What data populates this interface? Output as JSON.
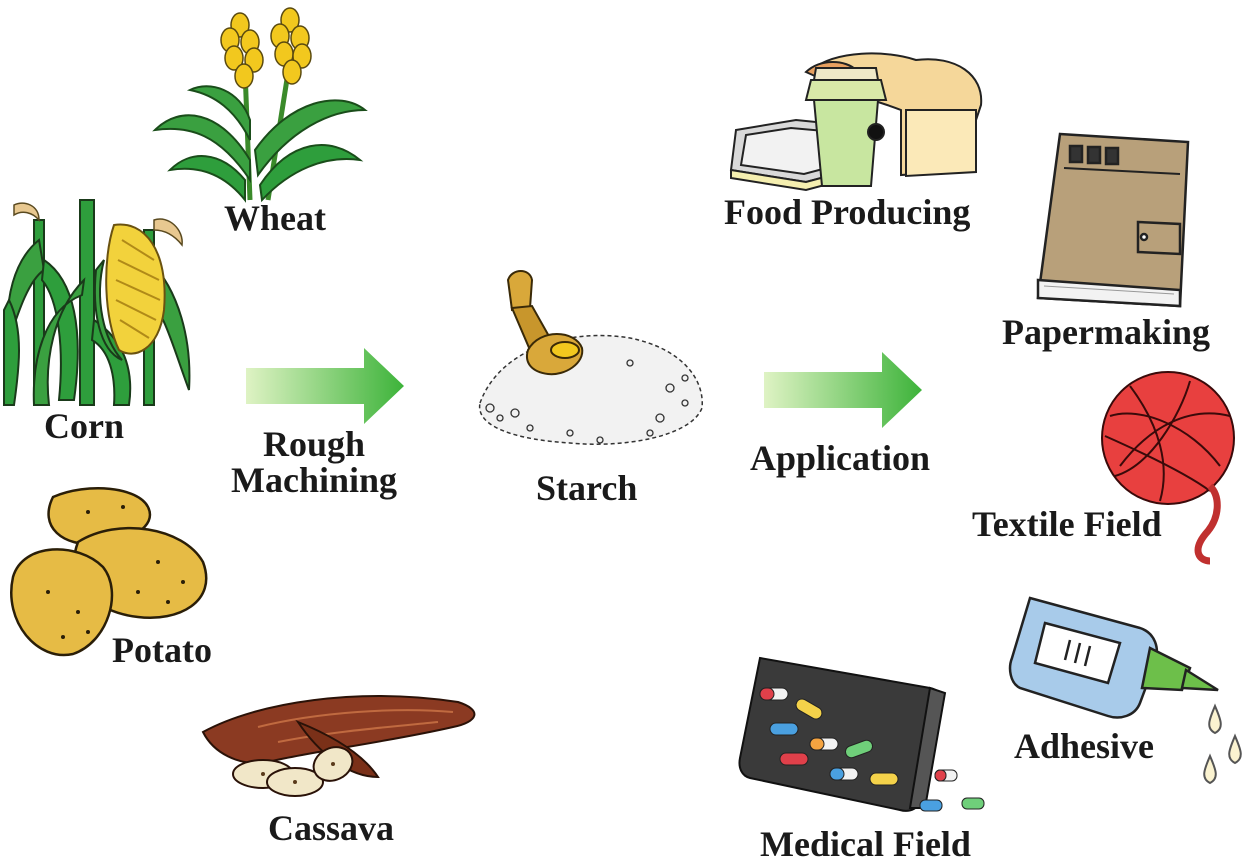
{
  "sources": {
    "wheat": "Wheat",
    "corn": "Corn",
    "potato": "Potato",
    "cassava": "Cassava"
  },
  "process": {
    "line1": "Rough",
    "line2": "Machining"
  },
  "center": "Starch",
  "application": "Application",
  "uses": {
    "food": "Food Producing",
    "paper": "Papermaking",
    "textile": "Textile Field",
    "adhesive": "Adhesive",
    "medical": "Medical Field"
  },
  "colors": {
    "arrow_start": "#dff3c4",
    "arrow_end": "#3db33a",
    "plant_green": "#2e9e3c",
    "corn_yellow": "#f2d23c",
    "potato": "#e6bb45",
    "yarn": "#e8403f",
    "cassava": "#8b3a22"
  }
}
